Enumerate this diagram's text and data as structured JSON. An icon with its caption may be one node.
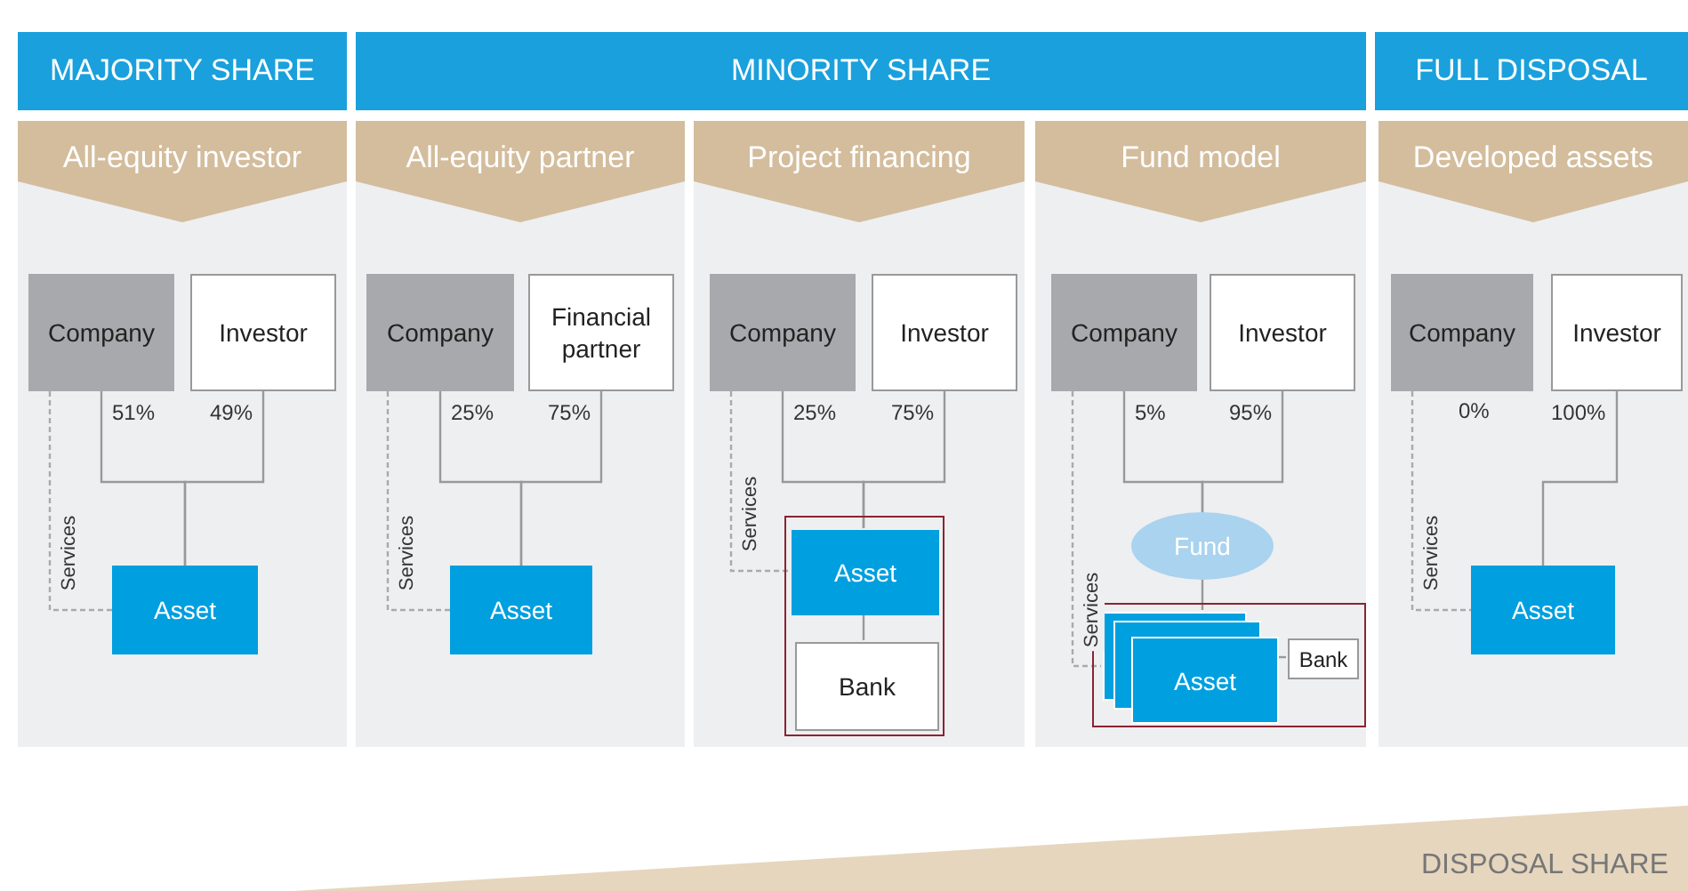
{
  "diagram": {
    "nodes": [
      {
        "text": [
          "MAJORITY SHARE"
        ]
      },
      {
        "text": [
          "MINORITY SHARE"
        ]
      },
      {
        "text": [
          "FULL DISPOSAL"
        ]
      },
      {
        "text": [
          "All-equity investor"
        ]
      },
      {
        "text": [
          "Company"
        ],
        "in": 3
      },
      {
        "text": [
          "Investor"
        ],
        "in": 3
      },
      {
        "text": [
          "Asset"
        ],
        "in": 3
      },
      {
        "text": [
          "All-equity partner"
        ]
      },
      {
        "text": [
          "Company"
        ],
        "in": 7
      },
      {
        "text": [
          "Financial partner"
        ],
        "in": 7
      },
      {
        "text": [
          "Asset"
        ],
        "in": 7
      },
      {
        "text": [
          "Project financing"
        ]
      },
      {
        "text": [
          "Company"
        ],
        "in": 11
      },
      {
        "text": [
          "Investor"
        ],
        "in": 11
      },
      {
        "text": [],
        "shape": "box",
        "in": 11
      },
      {
        "text": [
          "Asset"
        ],
        "in": 14
      },
      {
        "text": [
          "Bank"
        ],
        "in": 14
      },
      {
        "text": [
          "Fund model"
        ]
      },
      {
        "text": [
          "Company"
        ],
        "in": 17
      },
      {
        "text": [
          "Investor"
        ],
        "in": 17
      },
      {
        "text": [
          "Fund"
        ],
        "in": 17
      },
      {
        "text": [],
        "shape": "box",
        "in": 17
      },
      {
        "text": [
          "Asset"
        ],
        "in": 21
      },
      {
        "text": [
          "Bank"
        ],
        "in": 21
      },
      {
        "text": [
          "Developed assets"
        ]
      },
      {
        "text": [
          "Company"
        ],
        "in": 24,
        "beside": [
          "0%"
        ]
      },
      {
        "text": [
          "Investor"
        ],
        "in": 24
      },
      {
        "text": [
          "Asset"
        ],
        "in": 24
      },
      {
        "text": [
          "DISPOSAL SHARE"
        ]
      }
    ],
    "edges": [
      {
        "from": 4,
        "to": 6,
        "arrow": "none",
        "label": "51%"
      },
      {
        "from": 5,
        "to": 6,
        "arrow": "none",
        "label": "49%"
      },
      {
        "from": 4,
        "to": 6,
        "arrow": "none",
        "label": "Services",
        "style": "dashed"
      },
      {
        "from": 8,
        "to": 10,
        "arrow": "none",
        "label": "25%"
      },
      {
        "from": 9,
        "to": 10,
        "arrow": "none",
        "label": "75%"
      },
      {
        "from": 8,
        "to": 10,
        "arrow": "none",
        "label": "Services",
        "style": "dashed"
      },
      {
        "from": 12,
        "to": 15,
        "arrow": "none",
        "label": "25%"
      },
      {
        "from": 13,
        "to": 15,
        "arrow": "none",
        "label": "75%"
      },
      {
        "from": 12,
        "to": 15,
        "arrow": "none",
        "label": "Services",
        "style": "dashed"
      },
      {
        "from": 15,
        "to": 16,
        "arrow": "none"
      },
      {
        "from": 18,
        "to": 20,
        "arrow": "none",
        "label": "5%"
      },
      {
        "from": 19,
        "to": 20,
        "arrow": "none",
        "label": "95%"
      },
      {
        "from": 20,
        "to": 22,
        "arrow": "none"
      },
      {
        "from": 22,
        "to": 23,
        "arrow": "none"
      },
      {
        "from": 18,
        "to": 22,
        "arrow": "none",
        "label": "Services",
        "style": "dashed"
      },
      {
        "from": 26,
        "to": 27,
        "arrow": "none",
        "label": "100%"
      },
      {
        "from": 25,
        "to": 27,
        "arrow": "none",
        "label": "Services",
        "style": "dashed"
      }
    ]
  }
}
